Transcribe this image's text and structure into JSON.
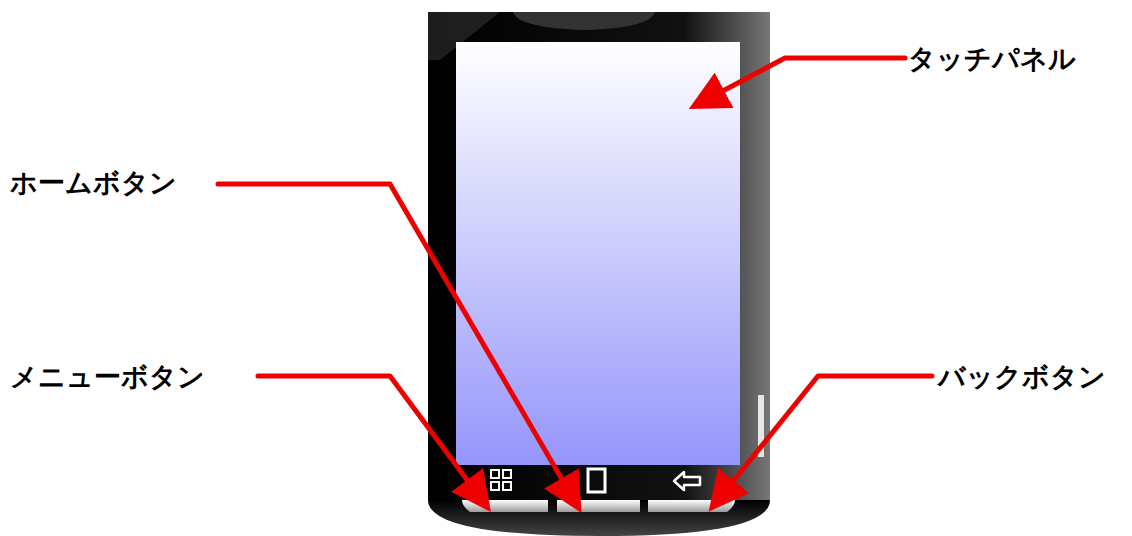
{
  "diagram": {
    "labels": [
      "タッチパネル",
      "ホームボタン",
      "メニューボタン",
      "バックボタン"
    ]
  }
}
